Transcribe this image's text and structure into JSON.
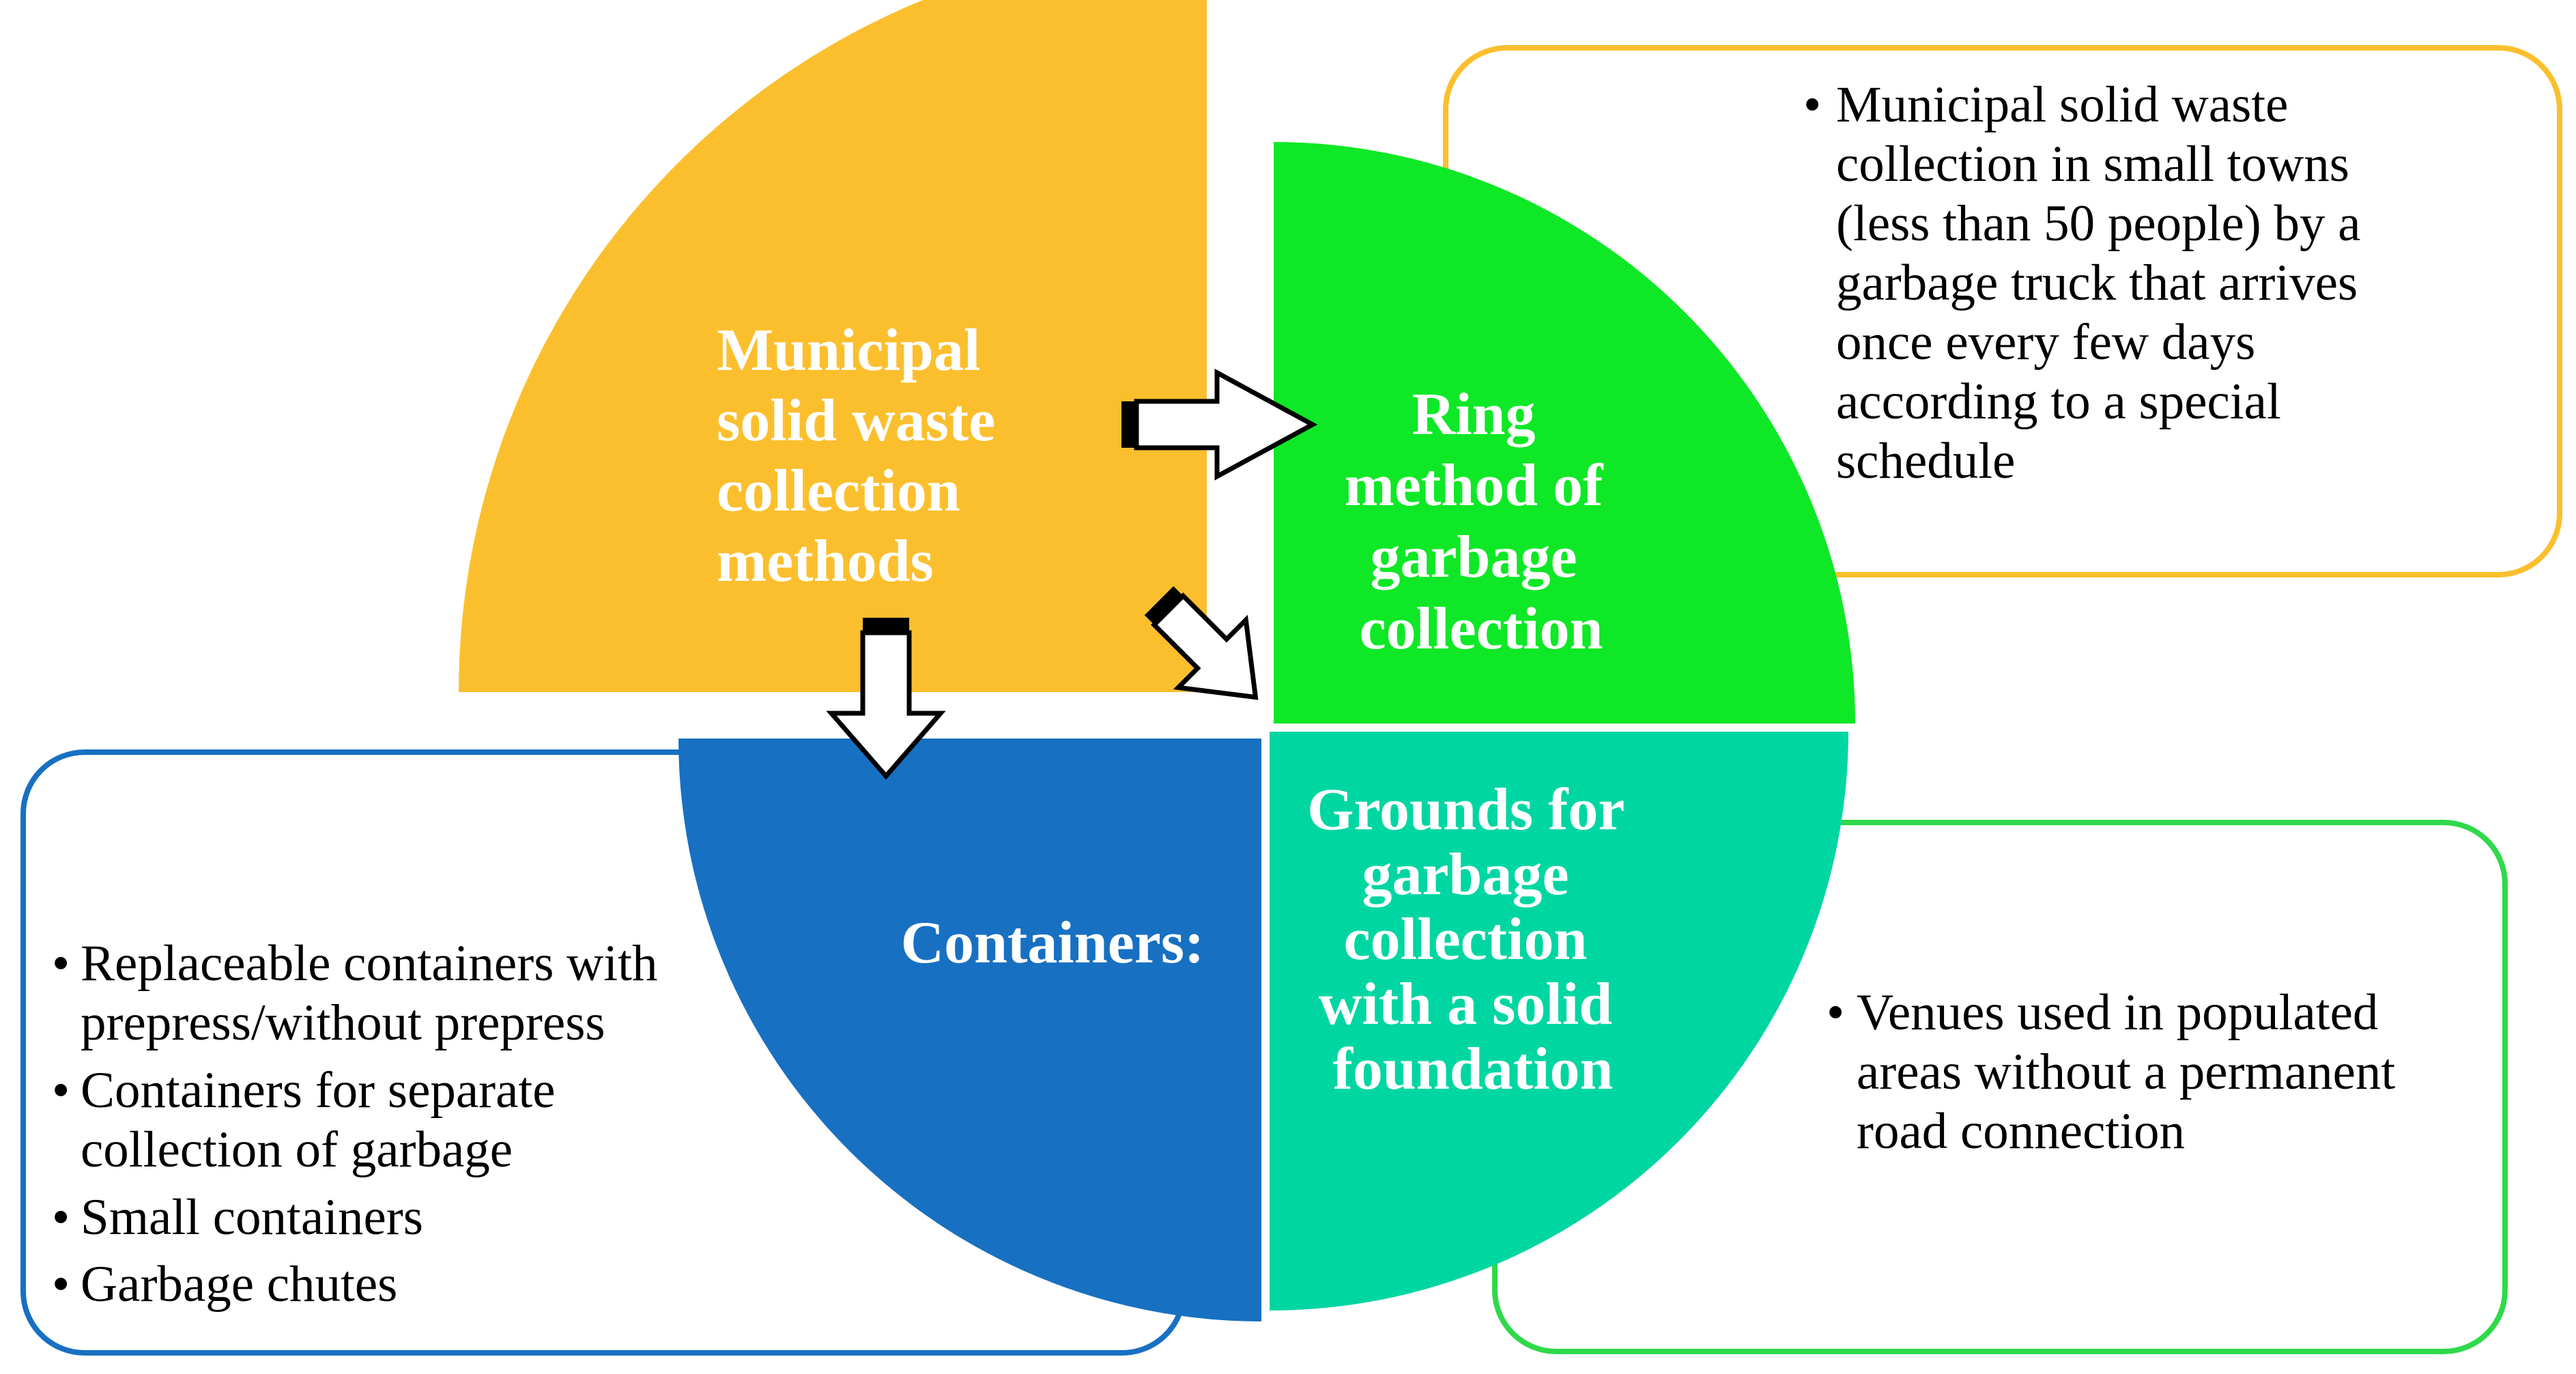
{
  "quadrants": {
    "main": {
      "label_lines": [
        "Municipal",
        "solid waste",
        "collection",
        "methods"
      ],
      "color": "#FBBF2E"
    },
    "ring": {
      "label_lines": [
        "Ring",
        "method of",
        "garbage",
        "collection"
      ],
      "color": "#0EE826"
    },
    "containers": {
      "label_lines": [
        "Containers:"
      ],
      "color": "#1870C2"
    },
    "grounds": {
      "label_lines": [
        "Grounds for",
        "garbage",
        "collection",
        "with a solid",
        "foundation"
      ],
      "color": "#00D6A2"
    }
  },
  "boxes": {
    "ring_box": {
      "border_color": "#FBBF2E",
      "bullets": [
        {
          "bullet": "•",
          "lines": [
            "Municipal solid waste",
            "collection in small towns",
            "(less than 50 people) by a",
            "garbage truck that arrives",
            "once every few days",
            "according to a special",
            "schedule"
          ]
        }
      ]
    },
    "containers_box": {
      "border_color": "#1870C2",
      "bullets": [
        {
          "bullet": "•",
          "lines": [
            "Replaceable containers with",
            "prepress/without prepress"
          ]
        },
        {
          "bullet": "•",
          "lines": [
            "Containers for separate",
            "collection of garbage"
          ]
        },
        {
          "bullet": "•",
          "lines": [
            "Small containers"
          ]
        },
        {
          "bullet": "•",
          "lines": [
            "Garbage chutes"
          ]
        }
      ]
    },
    "grounds_box": {
      "border_color": "#2FD94A",
      "bullets": [
        {
          "bullet": "•",
          "lines": [
            "Venues used in populated",
            "areas without a permanent",
            "road connection"
          ]
        }
      ]
    }
  }
}
